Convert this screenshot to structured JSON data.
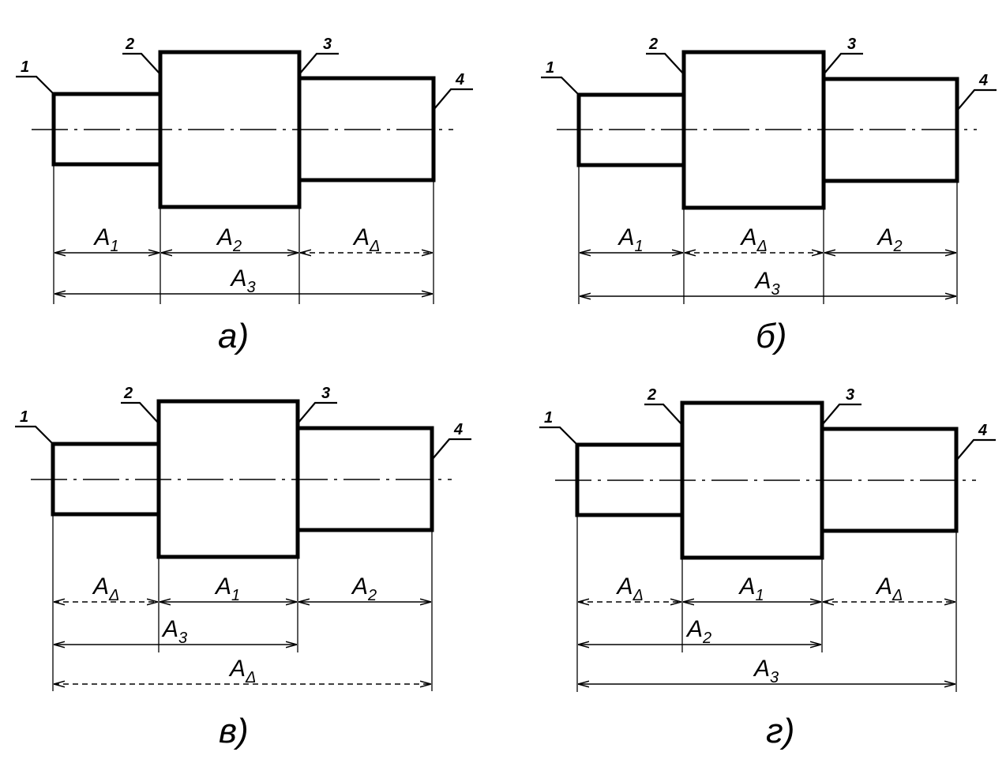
{
  "surface_labels": [
    "1",
    "2",
    "3",
    "4"
  ],
  "panels": [
    {
      "caption": "а)",
      "row1": [
        {
          "letter": "A",
          "sub": "1",
          "closing": false
        },
        {
          "letter": "A",
          "sub": "2",
          "closing": false
        },
        {
          "letter": "A",
          "sub": "Δ",
          "closing": true
        }
      ],
      "overall": [
        {
          "letter": "A",
          "sub": "3",
          "closing": false,
          "span": "1-4"
        }
      ]
    },
    {
      "caption": "б)",
      "row1": [
        {
          "letter": "A",
          "sub": "1",
          "closing": false
        },
        {
          "letter": "A",
          "sub": "Δ",
          "closing": true
        },
        {
          "letter": "A",
          "sub": "2",
          "closing": false
        }
      ],
      "overall": [
        {
          "letter": "A",
          "sub": "3",
          "closing": false,
          "span": "1-4"
        }
      ]
    },
    {
      "caption": "в)",
      "row1": [
        {
          "letter": "A",
          "sub": "Δ",
          "closing": true
        },
        {
          "letter": "A",
          "sub": "1",
          "closing": false
        },
        {
          "letter": "A",
          "sub": "2",
          "closing": false
        }
      ],
      "overall": [
        {
          "letter": "A",
          "sub": "3",
          "closing": false,
          "span": "1-3"
        },
        {
          "letter": "A",
          "sub": "Δ",
          "closing": true,
          "span": "1-4"
        }
      ]
    },
    {
      "caption": "г)",
      "row1": [
        {
          "letter": "A",
          "sub": "Δ",
          "closing": true
        },
        {
          "letter": "A",
          "sub": "1",
          "closing": false
        },
        {
          "letter": "A",
          "sub": "Δ",
          "closing": true
        }
      ],
      "overall": [
        {
          "letter": "A",
          "sub": "2",
          "closing": false,
          "span": "1-3"
        },
        {
          "letter": "A",
          "sub": "3",
          "closing": false,
          "span": "1-4"
        }
      ]
    }
  ]
}
